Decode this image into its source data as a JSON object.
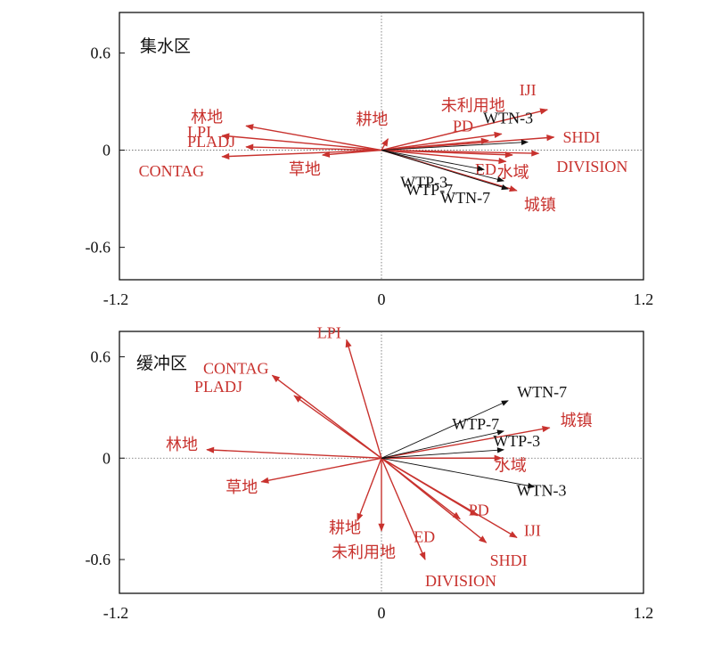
{
  "colors": {
    "environment": "#ffffff",
    "landscape": "#c8322e",
    "water": "#111111"
  },
  "chart_data": [
    {
      "type": "scatter",
      "subtype": "rda-biplot",
      "title": "集水区",
      "xlim": [
        -1.2,
        1.2
      ],
      "ylim": [
        -0.8,
        0.85
      ],
      "xticks": [
        "-1.2",
        "0",
        "1.2"
      ],
      "yticks": [
        {
          "v": 0.6,
          "label": "0.6"
        },
        {
          "v": 0,
          "label": "0"
        },
        {
          "v": -0.6,
          "label": "-0.6"
        }
      ],
      "vectors": [
        {
          "name": "林地",
          "group": "landscape",
          "x": -0.62,
          "y": 0.15
        },
        {
          "name": "LPI",
          "group": "landscape",
          "x": -0.73,
          "y": 0.09
        },
        {
          "name": "PLADJ",
          "group": "landscape",
          "x": -0.62,
          "y": 0.02
        },
        {
          "name": "CONTAG",
          "group": "landscape",
          "x": -0.73,
          "y": -0.04
        },
        {
          "name": "草地",
          "group": "landscape",
          "x": -0.27,
          "y": -0.03
        },
        {
          "name": "耕地",
          "group": "landscape",
          "x": 0.03,
          "y": 0.07
        },
        {
          "name": "未利用地",
          "group": "landscape",
          "x": 0.55,
          "y": 0.1
        },
        {
          "name": "IJI",
          "group": "landscape",
          "x": 0.76,
          "y": 0.25
        },
        {
          "name": "PD",
          "group": "landscape",
          "x": 0.49,
          "y": 0.06
        },
        {
          "name": "SHDI",
          "group": "landscape",
          "x": 0.79,
          "y": 0.08
        },
        {
          "name": "ED",
          "group": "landscape",
          "x": 0.6,
          "y": -0.03
        },
        {
          "name": "DIVISION",
          "group": "landscape",
          "x": 0.72,
          "y": -0.02
        },
        {
          "name": "水域",
          "group": "landscape",
          "x": 0.57,
          "y": -0.07
        },
        {
          "name": "城镇",
          "group": "landscape",
          "x": 0.62,
          "y": -0.25
        },
        {
          "name": "WTN-3",
          "group": "water",
          "x": 0.67,
          "y": 0.05
        },
        {
          "name": "WTP-3",
          "group": "water",
          "x": 0.47,
          "y": -0.12
        },
        {
          "name": "WTP-7",
          "group": "water",
          "x": 0.56,
          "y": -0.19
        },
        {
          "name": "WTN-7",
          "group": "water",
          "x": 0.58,
          "y": -0.24
        }
      ]
    },
    {
      "type": "scatter",
      "subtype": "rda-biplot",
      "title": "缓冲区",
      "xlim": [
        -1.2,
        1.2
      ],
      "ylim": [
        -0.8,
        0.75
      ],
      "xticks": [
        "-1.2",
        "0",
        "1.2"
      ],
      "yticks": [
        {
          "v": 0.6,
          "label": "0.6"
        },
        {
          "v": 0,
          "label": "0"
        },
        {
          "v": -0.6,
          "label": "-0.6"
        }
      ],
      "vectors": [
        {
          "name": "LPI",
          "group": "landscape",
          "x": -0.16,
          "y": 0.7
        },
        {
          "name": "CONTAG",
          "group": "landscape",
          "x": -0.5,
          "y": 0.49
        },
        {
          "name": "PLADJ",
          "group": "landscape",
          "x": -0.4,
          "y": 0.37
        },
        {
          "name": "林地",
          "group": "landscape",
          "x": -0.8,
          "y": 0.05
        },
        {
          "name": "草地",
          "group": "landscape",
          "x": -0.55,
          "y": -0.14
        },
        {
          "name": "耕地",
          "group": "landscape",
          "x": -0.11,
          "y": -0.37
        },
        {
          "name": "未利用地",
          "group": "landscape",
          "x": 0.0,
          "y": -0.43
        },
        {
          "name": "DIVISION",
          "group": "landscape",
          "x": 0.2,
          "y": -0.6
        },
        {
          "name": "ED",
          "group": "landscape",
          "x": 0.36,
          "y": -0.36
        },
        {
          "name": "SHDI",
          "group": "landscape",
          "x": 0.48,
          "y": -0.5
        },
        {
          "name": "IJI",
          "group": "landscape",
          "x": 0.62,
          "y": -0.47
        },
        {
          "name": "PD",
          "group": "landscape",
          "x": 0.44,
          "y": -0.34
        },
        {
          "name": "水域",
          "group": "landscape",
          "x": 0.55,
          "y": 0.0
        },
        {
          "name": "城镇",
          "group": "landscape",
          "x": 0.77,
          "y": 0.18
        },
        {
          "name": "WTN-7",
          "group": "water",
          "x": 0.58,
          "y": 0.34
        },
        {
          "name": "WTP-7",
          "group": "water",
          "x": 0.56,
          "y": 0.16
        },
        {
          "name": "WTP-3",
          "group": "water",
          "x": 0.56,
          "y": 0.05
        },
        {
          "name": "WTN-3",
          "group": "water",
          "x": 0.7,
          "y": -0.17
        }
      ]
    }
  ]
}
